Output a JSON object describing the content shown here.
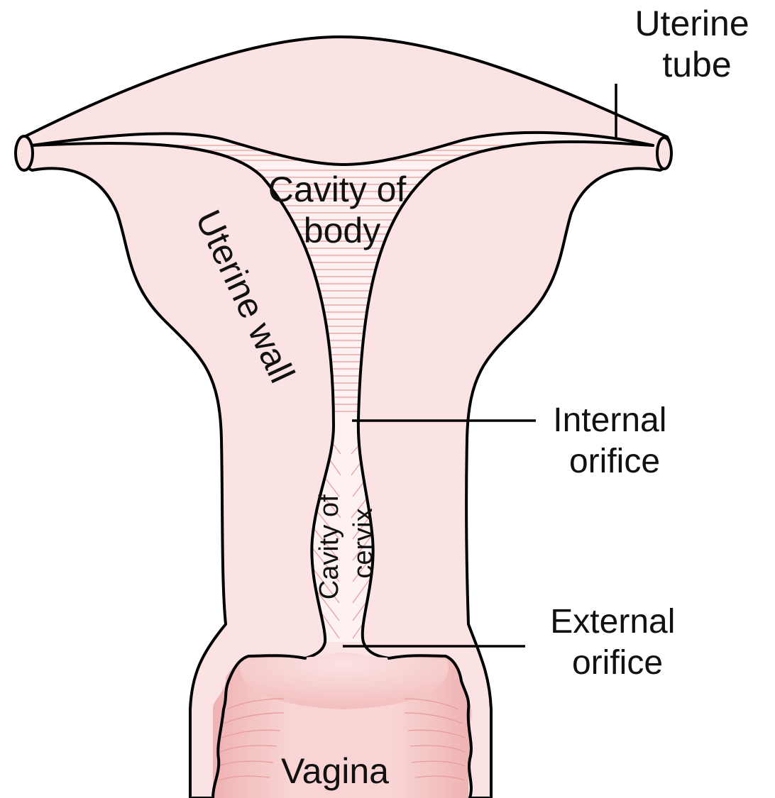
{
  "labels": {
    "uterine_tube": [
      "Uterine",
      "tube"
    ],
    "cavity_of_body": [
      "Cavity of",
      "body"
    ],
    "uterine_wall": "Uterine wall",
    "internal_orifice": [
      "Internal",
      "orifice"
    ],
    "cavity_of_cervix": [
      "Cavity of",
      "cervix"
    ],
    "external_orifice": [
      "External",
      "orifice"
    ],
    "vagina": "Vagina"
  },
  "colors": {
    "tissue": "#fbe3e3",
    "cavity": "#fdf1f1",
    "vagina_lining": "#f4c6c6",
    "hatch": "#e99a9a",
    "outline": "#000000"
  }
}
